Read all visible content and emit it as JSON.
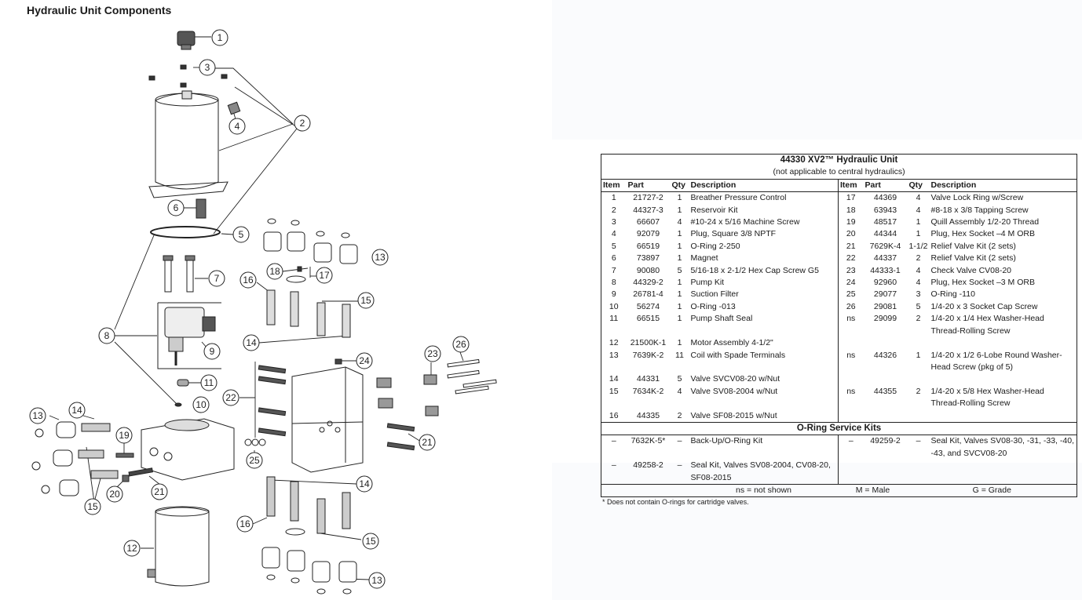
{
  "page_title": "Hydraulic Unit Components",
  "callouts": [
    "1",
    "3",
    "2",
    "4",
    "6",
    "5",
    "18",
    "17",
    "7",
    "16",
    "15",
    "8",
    "9",
    "14",
    "13",
    "11",
    "10",
    "24",
    "23",
    "26",
    "22",
    "25",
    "21",
    "13",
    "14",
    "19",
    "20",
    "21",
    "15",
    "14",
    "12",
    "16",
    "15",
    "13"
  ],
  "table": {
    "title": "44330  XV2™ Hydraulic Unit",
    "subtitle": "(not applicable to central hydraulics)",
    "headers": [
      "Item",
      "Part",
      "Qty",
      "Description",
      "Item",
      "Part",
      "Qty",
      "Description"
    ],
    "rows": [
      {
        "item": "1",
        "part": "21727-2",
        "qty": "1",
        "desc": "Breather Pressure Control",
        "item2": "17",
        "part2": "44369",
        "qty2": "4",
        "desc2": "Valve Lock Ring w/Screw"
      },
      {
        "item": "2",
        "part": "44327-3",
        "qty": "1",
        "desc": "Reservoir Kit",
        "item2": "18",
        "part2": "63943",
        "qty2": "4",
        "desc2": "#8-18 x 3/8 Tapping Screw"
      },
      {
        "item": "3",
        "part": "66607",
        "qty": "4",
        "desc": "#10-24 x 5/16 Machine Screw",
        "item2": "19",
        "part2": "48517",
        "qty2": "1",
        "desc2": "Quill Assembly 1/2-20 Thread"
      },
      {
        "item": "4",
        "part": "92079",
        "qty": "1",
        "desc": "Plug, Square 3/8 NPTF",
        "item2": "20",
        "part2": "44344",
        "qty2": "1",
        "desc2": "Plug, Hex Socket –4 M ORB"
      },
      {
        "item": "5",
        "part": "66519",
        "qty": "1",
        "desc": "O-Ring 2-250",
        "item2": "21",
        "part2": "7629K-4",
        "qty2": "1-1/2",
        "desc2": "Relief Valve Kit (2 sets)"
      },
      {
        "item": "6",
        "part": "73897",
        "qty": "1",
        "desc": "Magnet",
        "item2": "22",
        "part2": "44337",
        "qty2": "2",
        "desc2": "Relief Valve Kit (2 sets)"
      },
      {
        "item": "7",
        "part": "90080",
        "qty": "5",
        "desc": "5/16-18 x 2-1/2 Hex Cap Screw G5",
        "item2": "23",
        "part2": "44333-1",
        "qty2": "4",
        "desc2": "Check Valve CV08-20"
      },
      {
        "item": "8",
        "part": "44329-2",
        "qty": "1",
        "desc": "Pump Kit",
        "item2": "24",
        "part2": "92960",
        "qty2": "4",
        "desc2": "Plug, Hex Socket –3 M ORB"
      },
      {
        "item": "9",
        "part": "26781-4",
        "qty": "1",
        "desc": "Suction Filter",
        "item2": "25",
        "part2": "29077",
        "qty2": "3",
        "desc2": "O-Ring -110"
      },
      {
        "item": "10",
        "part": "56274",
        "qty": "1",
        "desc": "O-Ring -013",
        "item2": "26",
        "part2": "29081",
        "qty2": "5",
        "desc2": "1/4-20 x 3 Socket Cap Screw"
      },
      {
        "item": "11",
        "part": "66515",
        "qty": "1",
        "desc": "Pump Shaft Seal",
        "item2": "ns",
        "part2": "29099",
        "qty2": "2",
        "desc2": "1/4-20 x 1/4 Hex Washer-Head Thread-Rolling Screw"
      },
      {
        "item": "12",
        "part": "21500K-1",
        "qty": "1",
        "desc": "Motor Assembly 4-1/2\"",
        "item2": "",
        "part2": "",
        "qty2": "",
        "desc2": ""
      },
      {
        "item": "13",
        "part": "7639K-2",
        "qty": "11",
        "desc": "Coil with Spade Terminals",
        "item2": "ns",
        "part2": "44326",
        "qty2": "1",
        "desc2": "1/4-20 x 1/2 6-Lobe Round Washer-Head Screw (pkg of 5)"
      },
      {
        "item": "14",
        "part": "44331",
        "qty": "5",
        "desc": "Valve SVCV08-20 w/Nut",
        "item2": "",
        "part2": "",
        "qty2": "",
        "desc2": ""
      },
      {
        "item": "15",
        "part": "7634K-2",
        "qty": "4",
        "desc": "Valve SV08-2004 w/Nut",
        "item2": "ns",
        "part2": "44355",
        "qty2": "2",
        "desc2": "1/4-20 x 5/8 Hex Washer-Head Thread-Rolling Screw"
      },
      {
        "item": "16",
        "part": "44335",
        "qty": "2",
        "desc": "Valve SF08-2015 w/Nut",
        "item2": "",
        "part2": "",
        "qty2": "",
        "desc2": ""
      }
    ],
    "kits_title": "O-Ring Service Kits",
    "kits": [
      {
        "item": "–",
        "part": "7632K-5*",
        "qty": "–",
        "desc": "Back-Up/O-Ring Kit",
        "item2": "–",
        "part2": "49259-2",
        "qty2": "–",
        "desc2": "Seal Kit, Valves SV08-30, -31, -33, -40, -43, and SVCV08-20"
      },
      {
        "item": "–",
        "part": "49258-2",
        "qty": "–",
        "desc": "Seal Kit, Valves SV08-2004, CV08-20, SF08-2015",
        "item2": "",
        "part2": "",
        "qty2": "",
        "desc2": ""
      }
    ],
    "legend": [
      "ns = not shown",
      "M = Male",
      "G = Grade"
    ],
    "footnote": "* Does not contain O-rings for cartridge valves."
  }
}
